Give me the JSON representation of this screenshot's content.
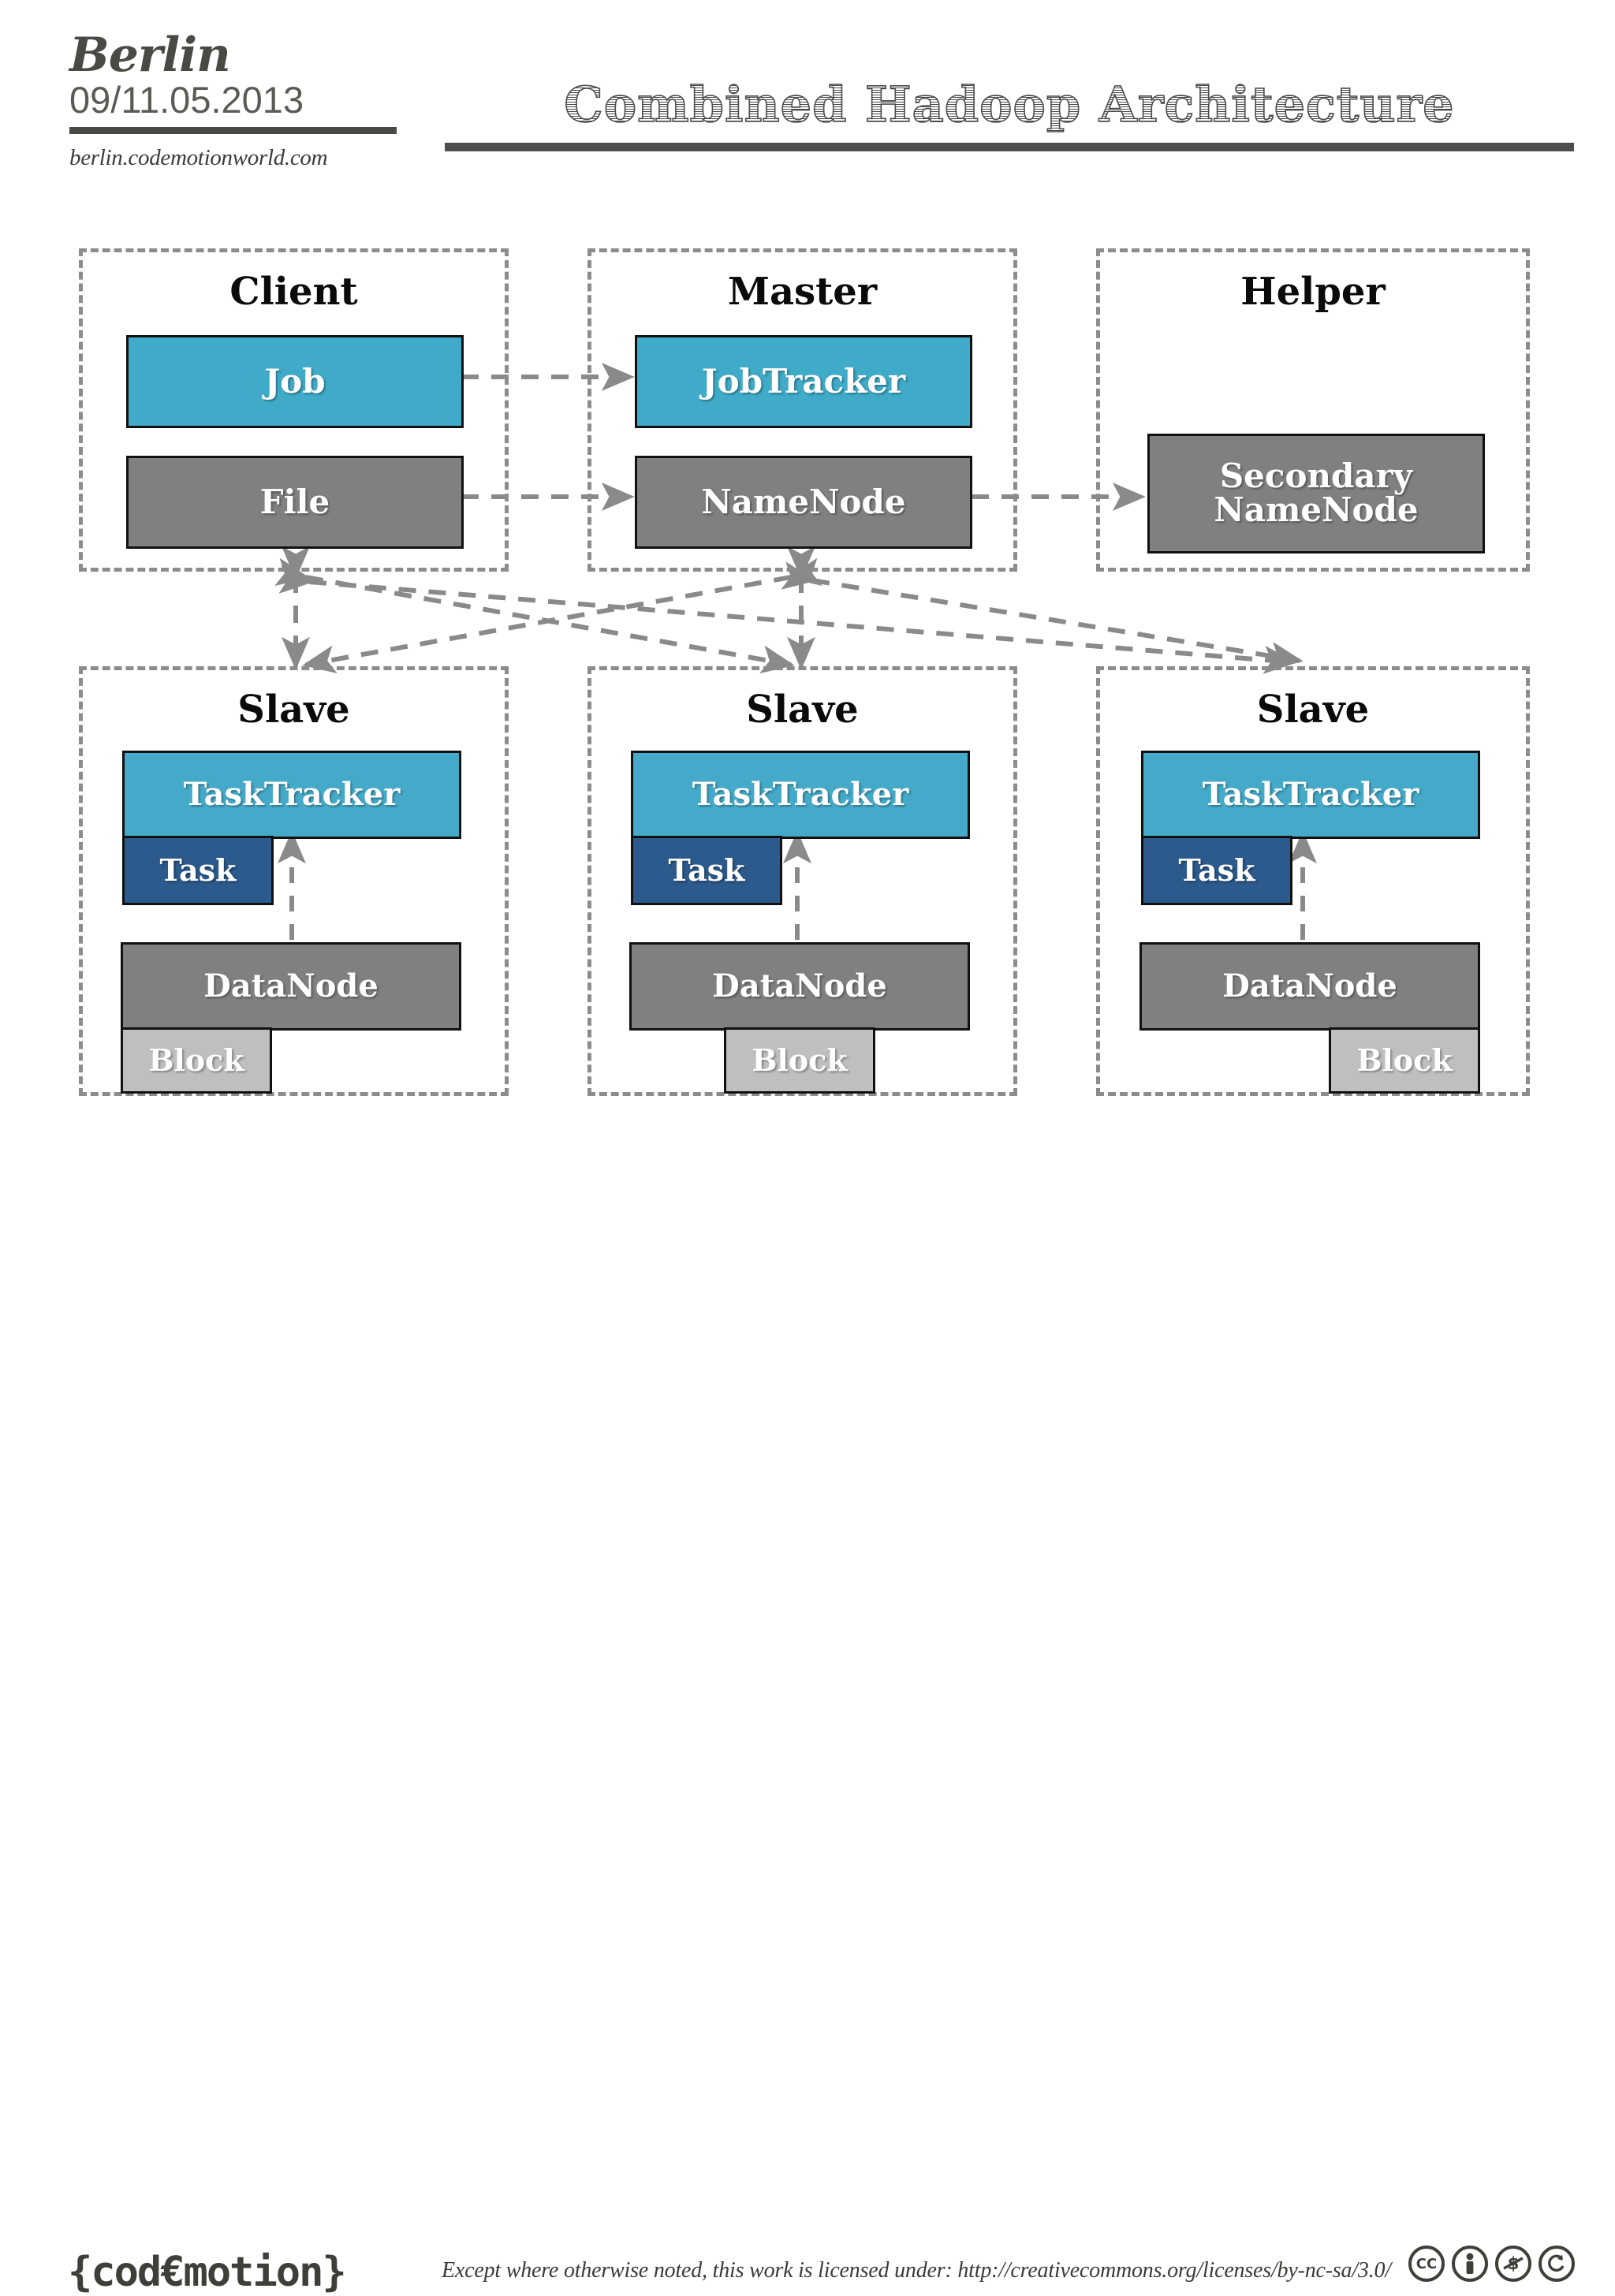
{
  "header": {
    "brand_city": "Berlin",
    "brand_date": "09/11.05.2013",
    "brand_url": "berlin.codemotionworld.com",
    "title": "Combined Hadoop Architecture"
  },
  "diagram": {
    "type": "architecture-diagram",
    "groups": [
      {
        "name": "client",
        "title": "Client",
        "nodes": [
          {
            "name": "job",
            "label": "Job",
            "color": "#3fabc8"
          },
          {
            "name": "file",
            "label": "File",
            "color": "#808080"
          }
        ]
      },
      {
        "name": "master",
        "title": "Master",
        "nodes": [
          {
            "name": "jobtracker",
            "label": "JobTracker",
            "color": "#3fabc8"
          },
          {
            "name": "namenode",
            "label": "NameNode",
            "color": "#808080"
          }
        ]
      },
      {
        "name": "helper",
        "title": "Helper",
        "nodes": [
          {
            "name": "secondary-namenode",
            "label": "Secondary NameNode",
            "color": "#808080"
          }
        ]
      },
      {
        "name": "slave-1",
        "title": "Slave",
        "nodes": [
          {
            "name": "tasktracker",
            "label": "TaskTracker",
            "color": "#45aac9"
          },
          {
            "name": "task",
            "label": "Task",
            "color": "#2c5a8c"
          },
          {
            "name": "datanode",
            "label": "DataNode",
            "color": "#808080"
          },
          {
            "name": "block",
            "label": "Block",
            "color": "#bfbfbf"
          }
        ]
      },
      {
        "name": "slave-2",
        "title": "Slave",
        "nodes": [
          {
            "name": "tasktracker",
            "label": "TaskTracker",
            "color": "#45aac9"
          },
          {
            "name": "task",
            "label": "Task",
            "color": "#2c5a8c"
          },
          {
            "name": "datanode",
            "label": "DataNode",
            "color": "#808080"
          },
          {
            "name": "block",
            "label": "Block",
            "color": "#bfbfbf"
          }
        ]
      },
      {
        "name": "slave-3",
        "title": "Slave",
        "nodes": [
          {
            "name": "tasktracker",
            "label": "TaskTracker",
            "color": "#45aac9"
          },
          {
            "name": "task",
            "label": "Task",
            "color": "#2c5a8c"
          },
          {
            "name": "datanode",
            "label": "DataNode",
            "color": "#808080"
          },
          {
            "name": "block",
            "label": "Block",
            "color": "#bfbfbf"
          }
        ]
      }
    ],
    "connections": [
      {
        "from": "job",
        "to": "jobtracker",
        "style": "dashed-arrow"
      },
      {
        "from": "file",
        "to": "namenode",
        "style": "dashed-arrow"
      },
      {
        "from": "namenode",
        "to": "secondary-namenode",
        "style": "dashed-arrow"
      },
      {
        "from": "client",
        "to": "slave-1",
        "style": "dashed-double-arrow"
      },
      {
        "from": "master",
        "to": "slave-2",
        "style": "dashed-double-arrow"
      },
      {
        "from": "client",
        "to": "slave-2",
        "style": "dashed-double-arrow"
      },
      {
        "from": "client",
        "to": "slave-3",
        "style": "dashed-double-arrow"
      },
      {
        "from": "master",
        "to": "slave-1",
        "style": "dashed-double-arrow"
      },
      {
        "from": "master",
        "to": "slave-3",
        "style": "dashed-double-arrow"
      },
      {
        "from": "slave-1.datanode",
        "to": "slave-1.tasktracker",
        "style": "dashed-arrow"
      },
      {
        "from": "slave-2.datanode",
        "to": "slave-2.tasktracker",
        "style": "dashed-arrow"
      },
      {
        "from": "slave-3.datanode",
        "to": "slave-3.tasktracker",
        "style": "dashed-arrow"
      }
    ],
    "colors": {
      "group_border": "#8c8c8c",
      "arrow": "#8a8a8a",
      "teal": "#3fabc8",
      "teal_light": "#45aac9",
      "gray": "#808080",
      "blue": "#2c5a8c",
      "light_gray": "#bfbfbf"
    }
  },
  "footer": {
    "logo": "{cod€motion}",
    "license": "Except where otherwise noted, this work is licensed under: http://creativecommons.org/licenses/by-nc-sa/3.0/",
    "cc_badges": [
      {
        "name": "cc-icon",
        "glyph": "CC"
      },
      {
        "name": "cc-by-icon",
        "glyph": "BY"
      },
      {
        "name": "cc-nc-icon",
        "glyph": "NC"
      },
      {
        "name": "cc-sa-icon",
        "glyph": "SA"
      }
    ]
  }
}
